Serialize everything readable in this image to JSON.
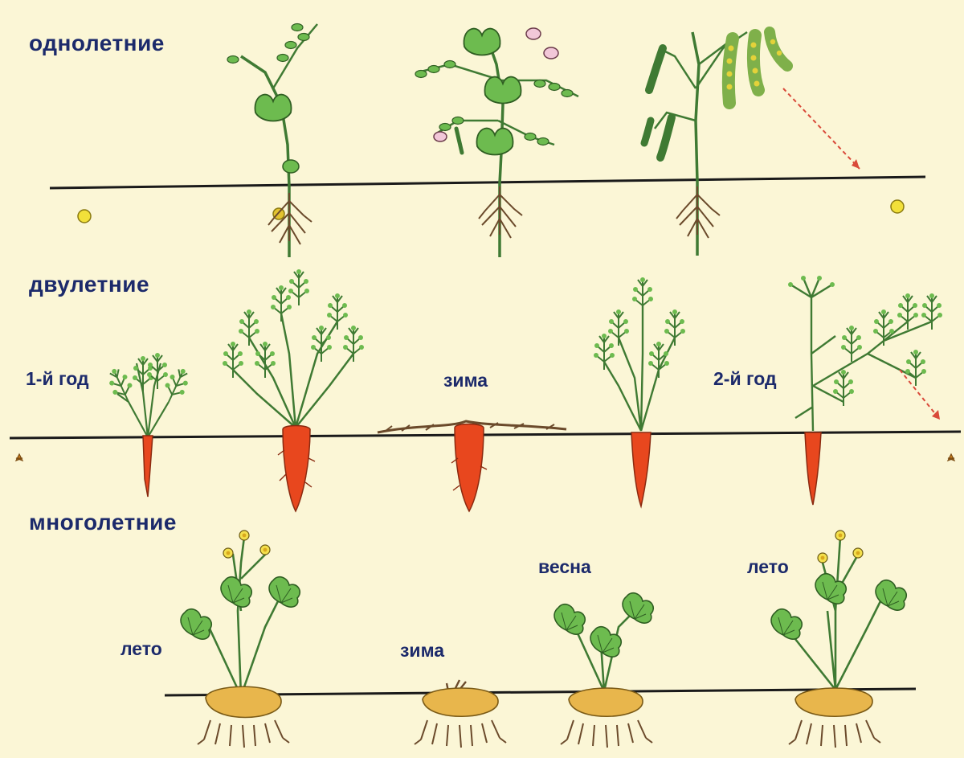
{
  "sections": {
    "annual": {
      "title": "однолетние"
    },
    "biennial": {
      "title": "двулетние",
      "labels": {
        "first_year": "1-й год",
        "winter": "зима",
        "second_year": "2-й год"
      }
    },
    "perennial": {
      "title": "многолетние",
      "labels": {
        "summer_1": "лето",
        "winter": "зима",
        "spring": "весна",
        "summer_2": "лето"
      }
    }
  },
  "colors": {
    "background": "#fbf6d6",
    "ground_line": "#1a1a1a",
    "leaf": "#6dbb4f",
    "stem": "#3f7a33",
    "carrot": "#e8471e",
    "tuber": "#e8b64c",
    "root": "#6b4a2b",
    "seed": "#f2e03a",
    "label": "#1c2a6b"
  }
}
